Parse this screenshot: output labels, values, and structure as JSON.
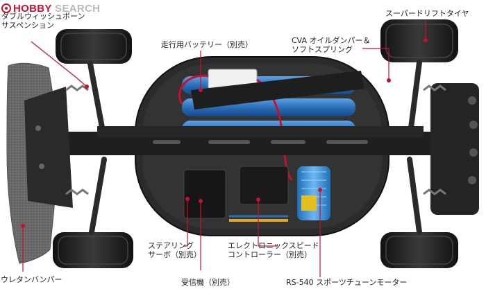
{
  "watermark": {
    "brand_accent": "HOBBY",
    "brand_rest": " SEARCH",
    "accent_color": "#c8102e"
  },
  "labels": {
    "double_wishbone": {
      "line1": "ダブルウィッシュボーン",
      "line2": "サスペンション"
    },
    "battery": "走行用バッテリー（別売）",
    "cva": {
      "line1": "CVA オイルダンパー＆",
      "line2": "ソフトスプリング"
    },
    "drift_tire": "スーパードリフトタイヤ",
    "servo": {
      "line1": "ステアリング",
      "line2": "サーボ（別売）"
    },
    "receiver": "受信機（別売）",
    "esc": {
      "line1": "エレクトロニックスピード",
      "line2": "コントローラー（別売）"
    },
    "motor": "RS-540 スポーツチューンモーター",
    "bumper": "ウレタンバンパー"
  },
  "colors": {
    "leader": "#c8102e",
    "battery": "#2a6fb8",
    "motor": "#3b8fd6",
    "bumper": "#6e6e6e",
    "chassis": "#2b2b2b"
  }
}
